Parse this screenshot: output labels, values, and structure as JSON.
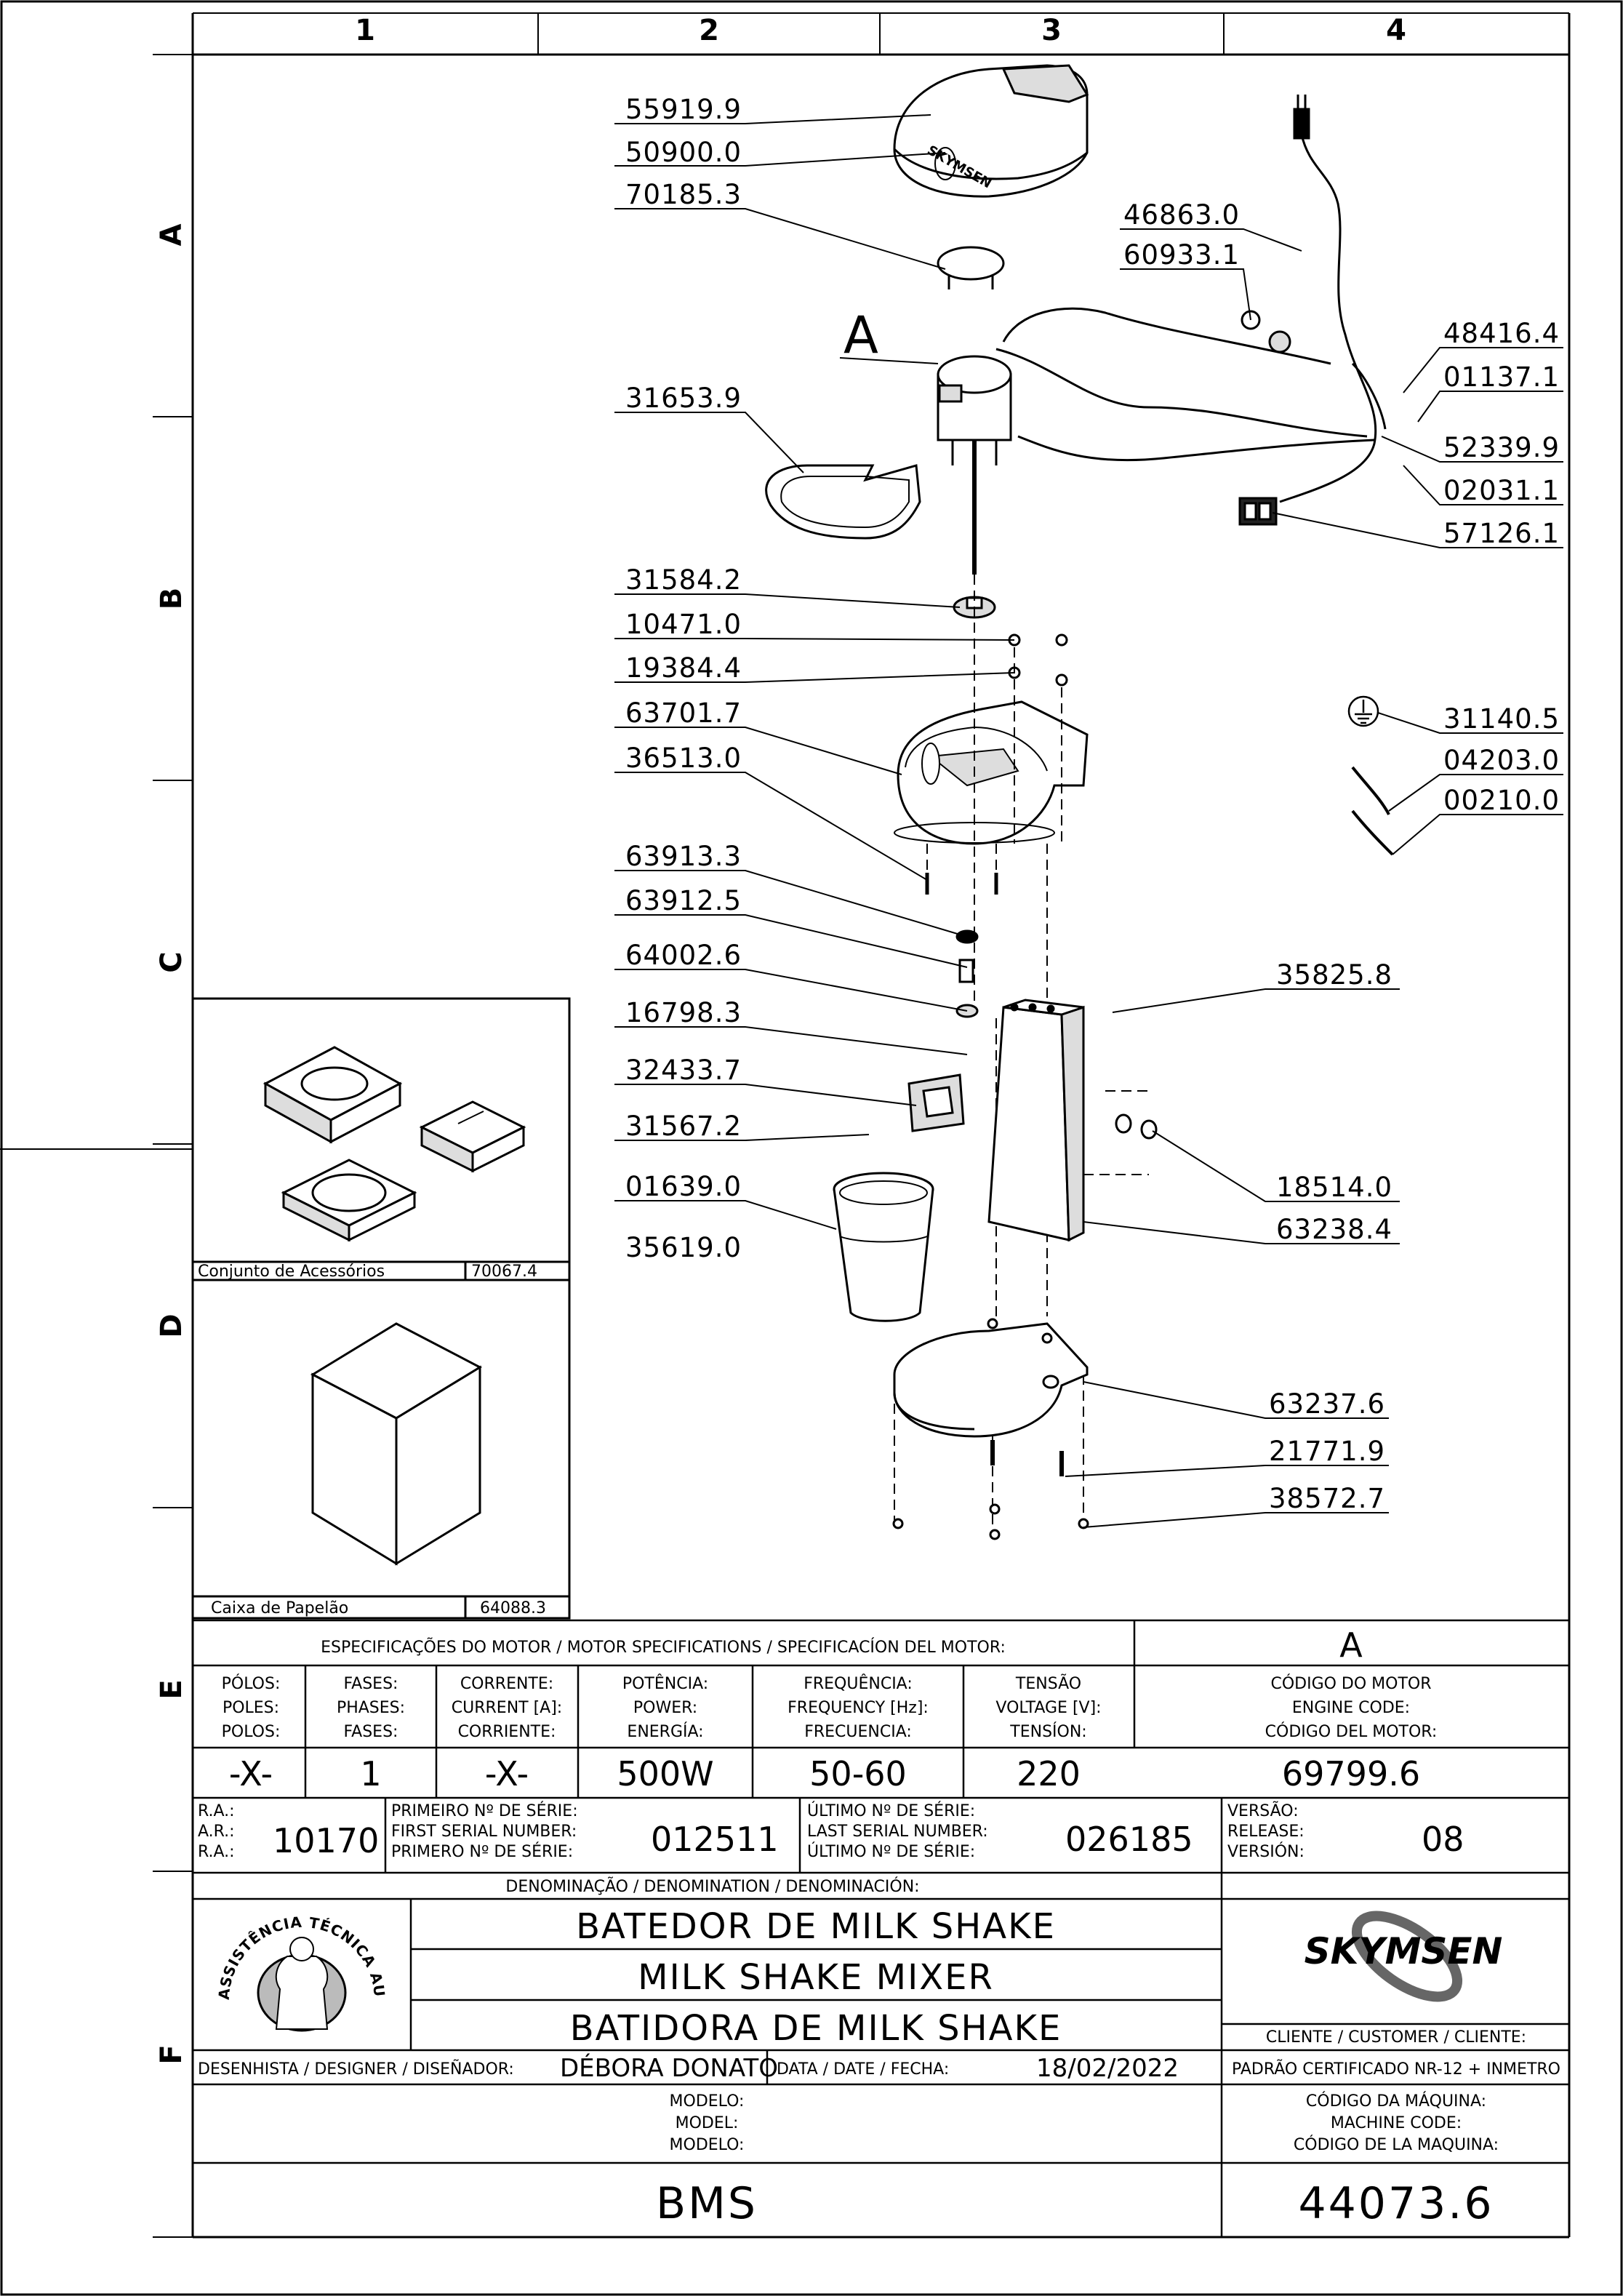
{
  "frame": {
    "columns": [
      "1",
      "2",
      "3",
      "4"
    ],
    "rows": [
      "A",
      "B",
      "C",
      "D",
      "E",
      "F"
    ]
  },
  "parts": [
    "55919.9",
    "50900.0",
    "70185.3",
    "31653.9",
    "31584.2",
    "10471.0",
    "19384.4",
    "63701.7",
    "36513.0",
    "63913.3",
    "63912.5",
    "64002.6",
    "16798.3",
    "32433.7",
    "31567.2",
    "01639.0",
    "35619.0",
    "46863.0",
    "60933.1",
    "48416.4",
    "01137.1",
    "52339.9",
    "02031.1",
    "57126.1",
    "31140.5",
    "04203.0",
    "00210.0",
    "35825.8",
    "18514.0",
    "63238.4",
    "63237.6",
    "21771.9",
    "38572.7"
  ],
  "motor_marker": "A",
  "insets": {
    "accessories_label": "Conjunto de Acessórios",
    "accessories_code": "70067.4",
    "box_label": "Caixa de Papelão",
    "box_code": "64088.3"
  },
  "title_block": {
    "motor_spec_header": "ESPECIFICAÇÕES DO MOTOR / MOTOR SPECIFICATIONS / SPECIFICACÍON DEL MOTOR:",
    "motor_letter": "A",
    "headers": {
      "poles": [
        "PÓLOS:",
        "POLES:",
        "POLOS:"
      ],
      "phases": [
        "FASES:",
        "PHASES:",
        "FASES:"
      ],
      "current": [
        "CORRENTE:",
        "CURRENT [A]:",
        "CORRIENTE:"
      ],
      "power": [
        "POTÊNCIA:",
        "POWER:",
        "ENERGÍA:"
      ],
      "frequency": [
        "FREQUÊNCIA:",
        "FREQUENCY [Hz]:",
        "FRECUENCIA:"
      ],
      "voltage": [
        "TENSÃO",
        "VOLTAGE [V]:",
        "TENSÍON:"
      ],
      "engine_code": [
        "CÓDIGO DO MOTOR",
        "ENGINE CODE:",
        "CÓDIGO DEL MOTOR:"
      ]
    },
    "values": {
      "poles": "-X-",
      "phases": "1",
      "current": "-X-",
      "power": "500W",
      "frequency": "50-60",
      "voltage": "220",
      "engine_code": "69799.6"
    },
    "ra_labels": [
      "R.A.:",
      "A.R.:",
      "R.A.:"
    ],
    "ra_value": "10170",
    "first_serial_labels": [
      "PRIMEIRO Nº DE SÉRIE:",
      "FIRST SERIAL NUMBER:",
      "PRIMERO Nº DE SÉRIE:"
    ],
    "first_serial": "012511",
    "last_serial_labels": [
      "ÚLTIMO Nº DE SÉRIE:",
      "LAST SERIAL NUMBER:",
      "ÚLTIMO Nº DE SÉRIE:"
    ],
    "last_serial": "026185",
    "version_labels": [
      "VERSÃO:",
      "RELEASE:",
      "VERSIÓN:"
    ],
    "version": "08",
    "denomination_header": "DENOMINAÇÃO / DENOMINATION / DENOMINACIÓN:",
    "names": [
      "BATEDOR DE MILK SHAKE",
      "MILK SHAKE MIXER",
      "BATIDORA DE MILK SHAKE"
    ],
    "brand": "SKYMSEN",
    "client_label": "CLIENTE / CUSTOMER / CLIENTE:",
    "seal_text": "ASSISTÊNCIA TÉCNICA AUTORIZADA",
    "designer_label": "DESENHISTA / DESIGNER / DISEÑADOR:",
    "designer": "DÉBORA DONATO",
    "date_label": "DATA / DATE / FECHA:",
    "date": "18/02/2022",
    "standard": "PADRÃO CERTIFICADO NR-12 + INMETRO",
    "model_labels": [
      "MODELO:",
      "MODEL:",
      "MODELO:"
    ],
    "model": "BMS",
    "machine_code_labels": [
      "CÓDIGO DA MÁQUINA:",
      "MACHINE CODE:",
      "CÓDIGO DE LA MAQUINA:"
    ],
    "machine_code": "44073.6"
  },
  "colors": {
    "ink": "#000000",
    "shade": "#d8d8d8",
    "paper": "#ffffff"
  }
}
